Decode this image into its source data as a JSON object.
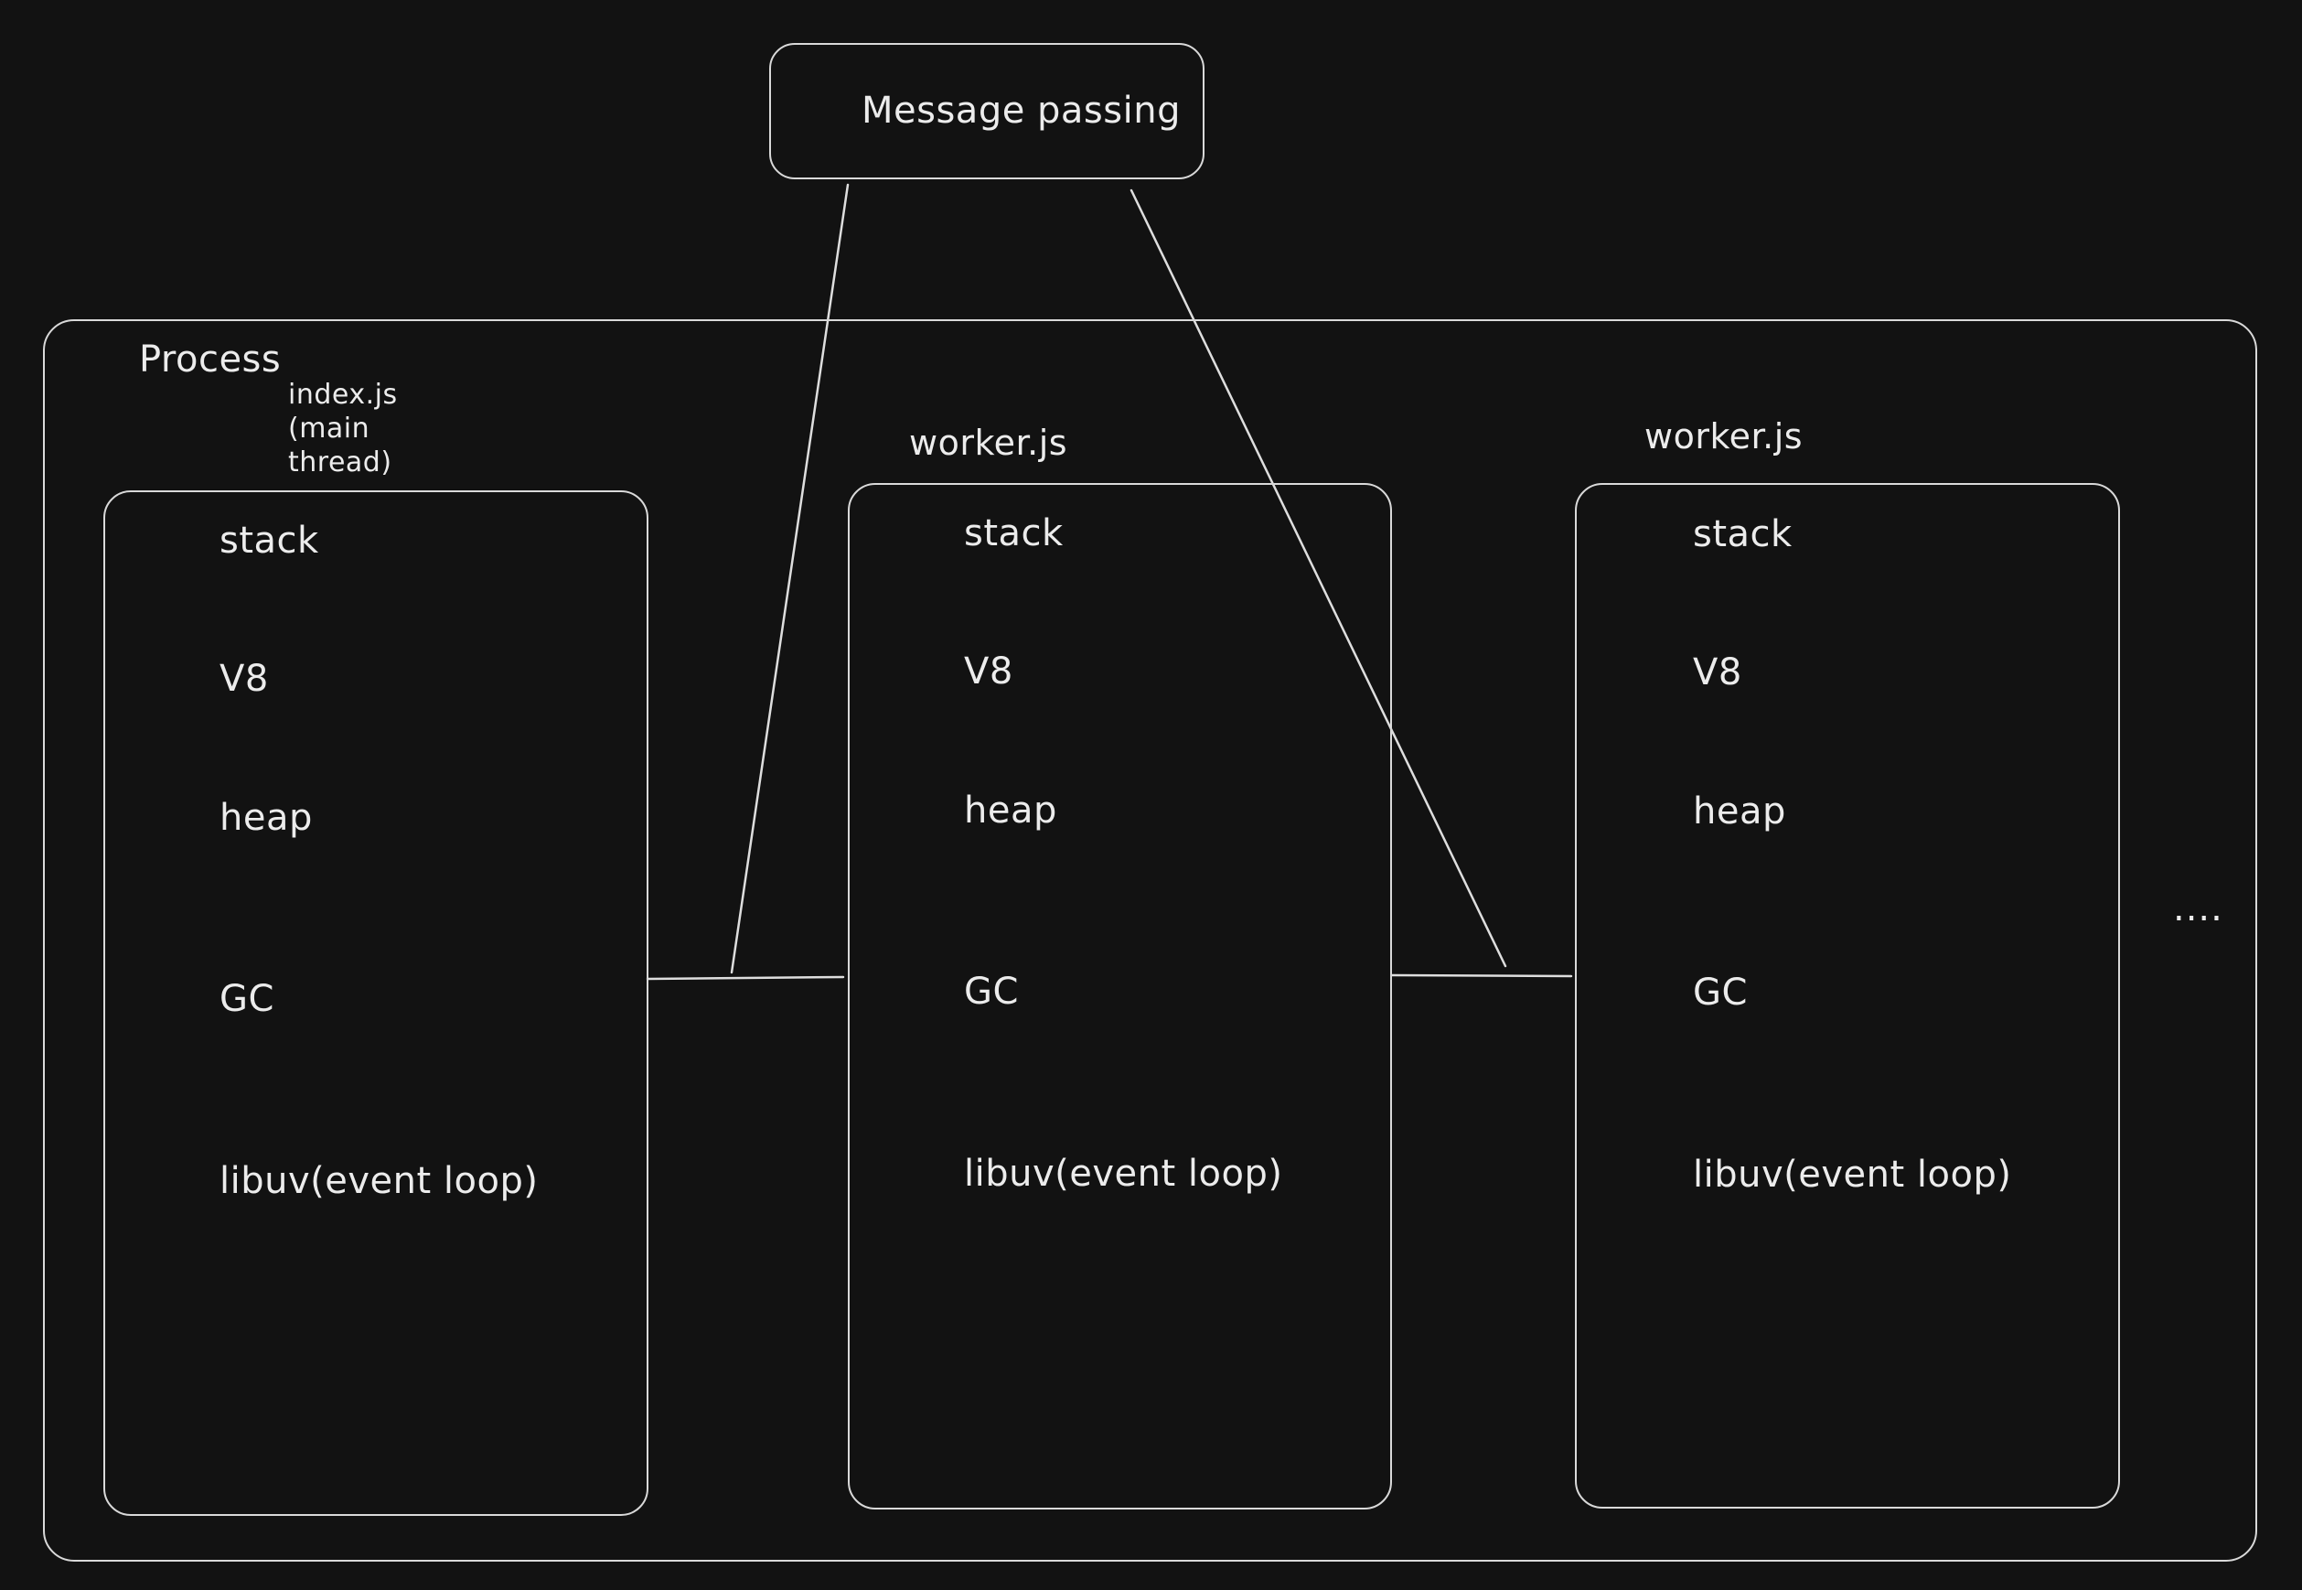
{
  "diagram": {
    "message_box": {
      "label": "Message passing"
    },
    "process": {
      "label": "Process"
    },
    "threads": [
      {
        "title": "index.js (main thread)",
        "items": [
          "stack",
          "V8",
          "heap",
          "GC",
          "libuv(event loop)"
        ]
      },
      {
        "title": "worker.js",
        "items": [
          "stack",
          "V8",
          "heap",
          "GC",
          "libuv(event loop)"
        ]
      },
      {
        "title": "worker.js",
        "items": [
          "stack",
          "V8",
          "heap",
          "GC",
          "libuv(event loop)"
        ]
      }
    ],
    "ellipsis": "...."
  }
}
